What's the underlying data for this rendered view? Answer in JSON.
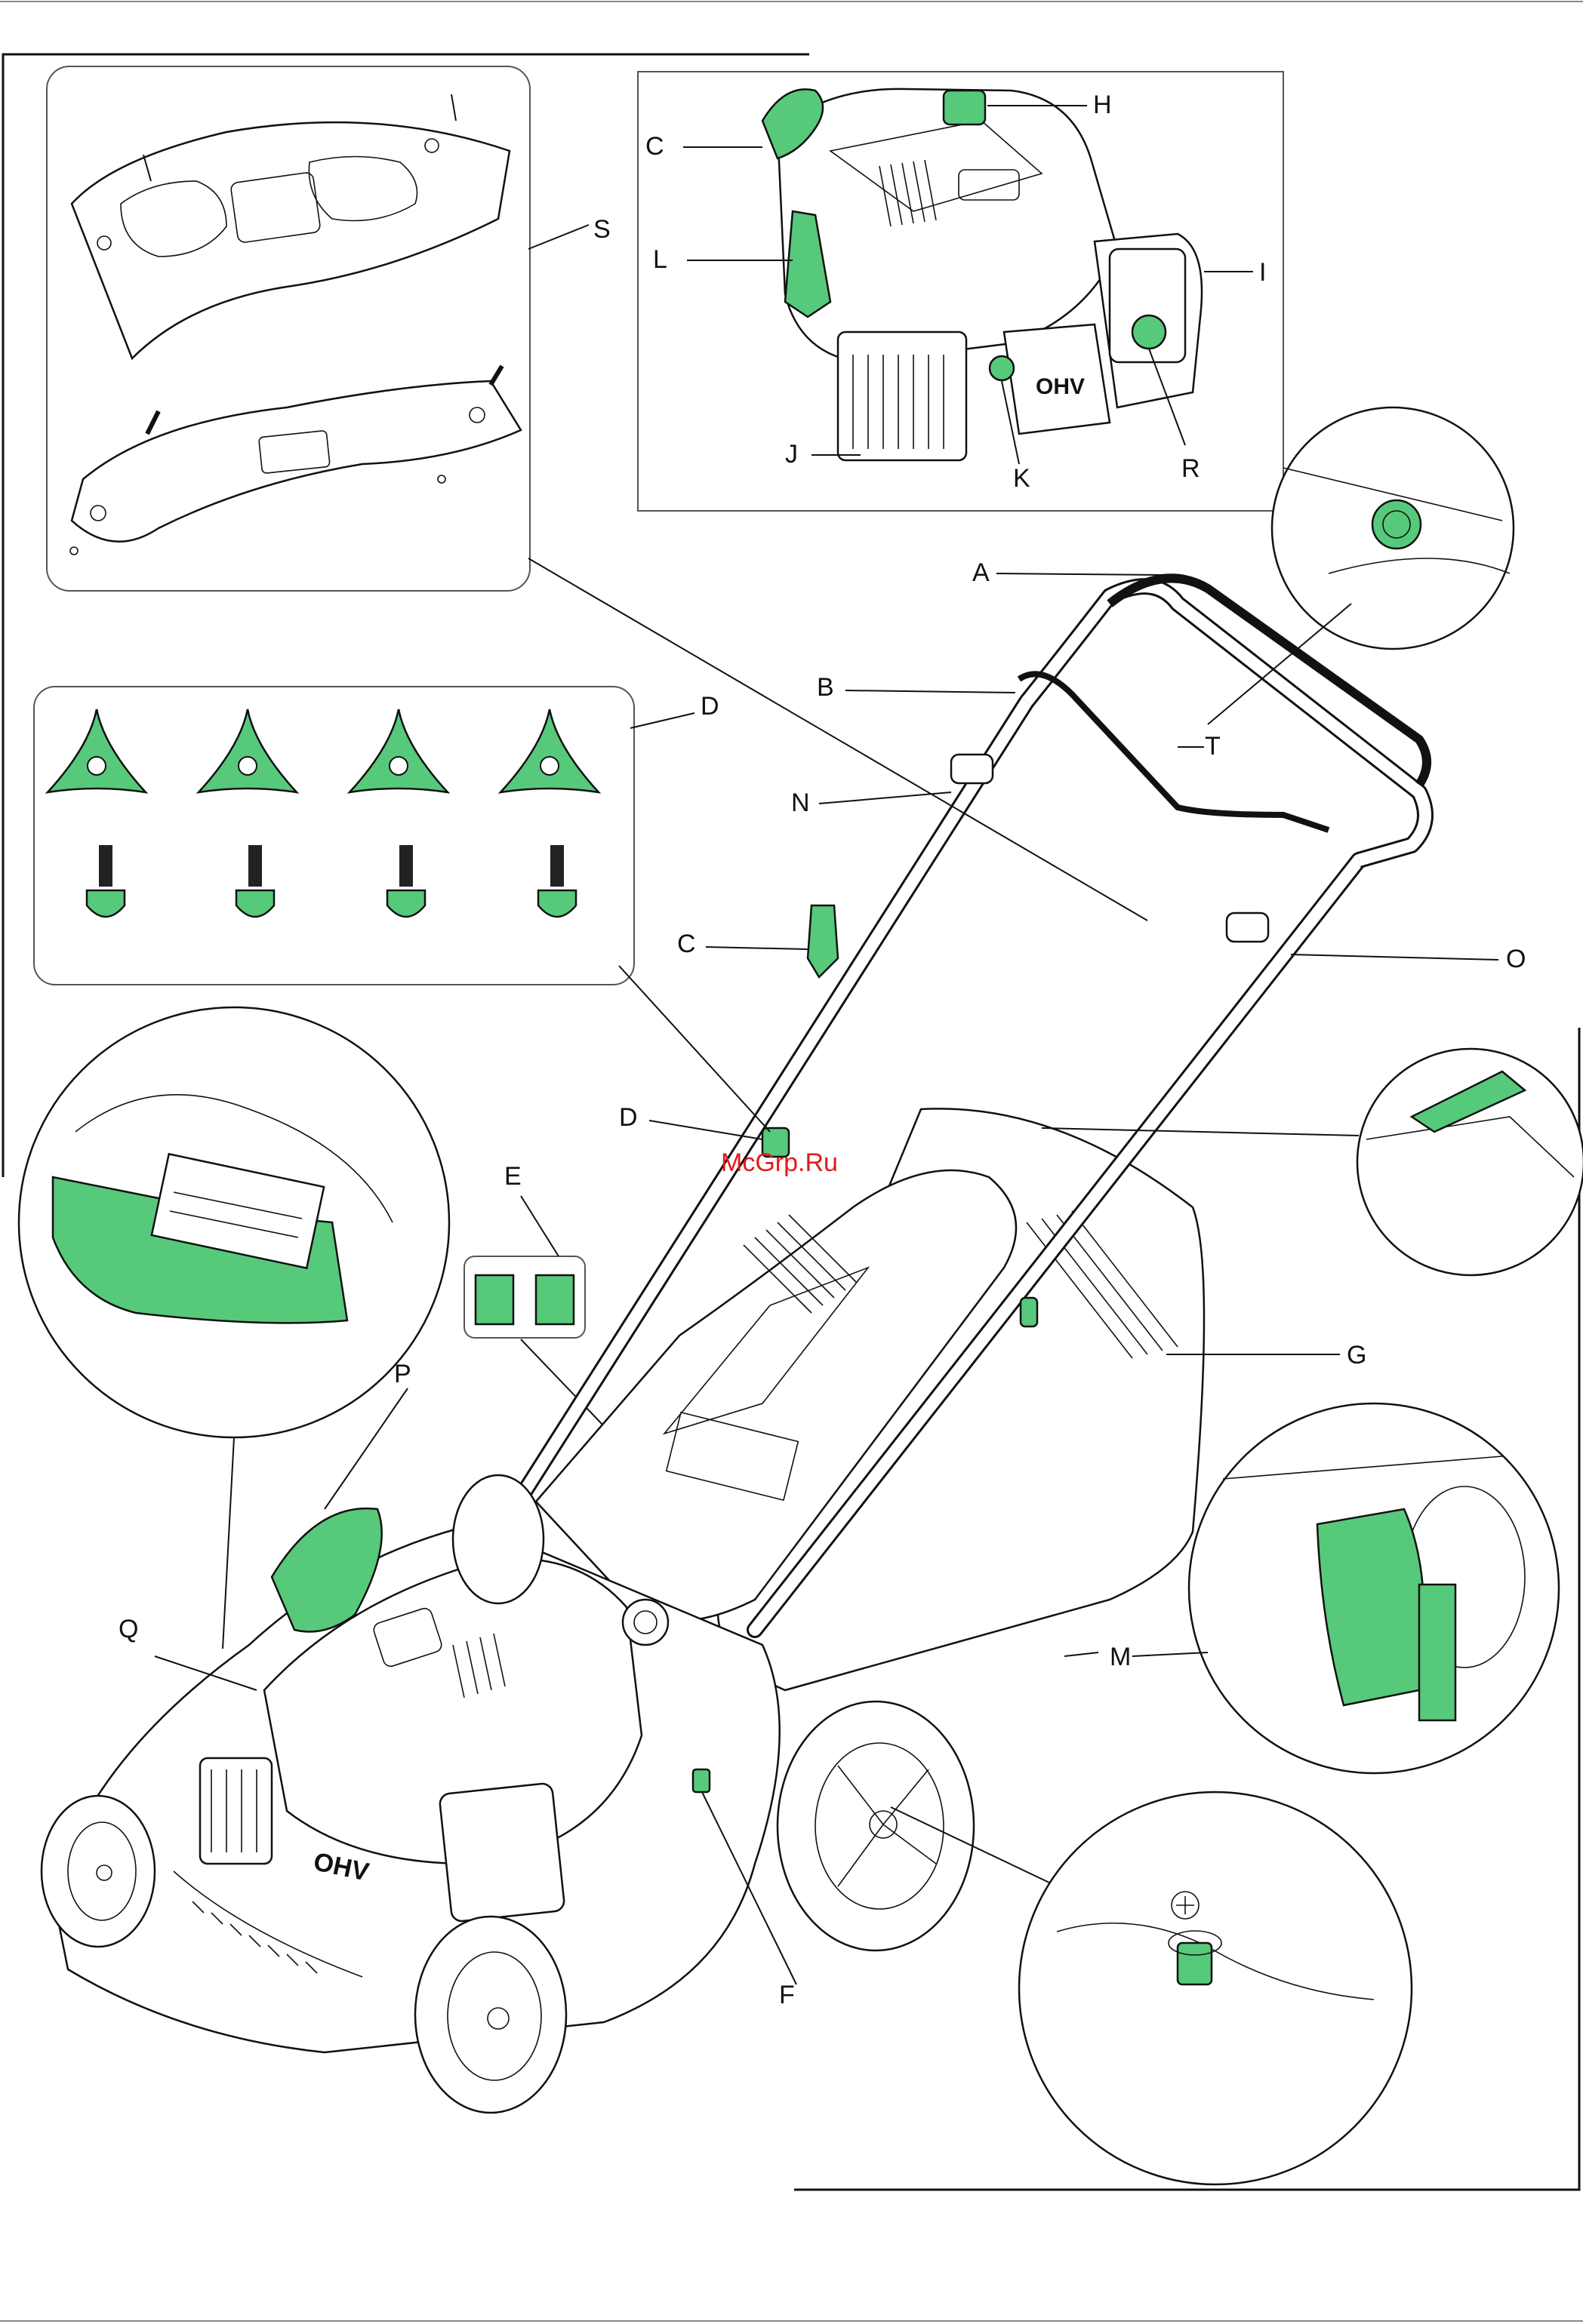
{
  "diagram": {
    "labels": {
      "A": "A",
      "B": "B",
      "C1": "C",
      "C2": "C",
      "D1": "D",
      "D2": "D",
      "E": "E",
      "F": "F",
      "G": "G",
      "H": "H",
      "I": "I",
      "J": "J",
      "K": "K",
      "L": "L",
      "M": "M",
      "N": "N",
      "O": "O",
      "P": "P",
      "Q": "Q",
      "R": "R",
      "S": "S",
      "T": "T"
    },
    "engine_badge": "OHV",
    "watermark": "McGrp.Ru",
    "highlight_color": "#57c97a",
    "line_color": "#111111"
  }
}
